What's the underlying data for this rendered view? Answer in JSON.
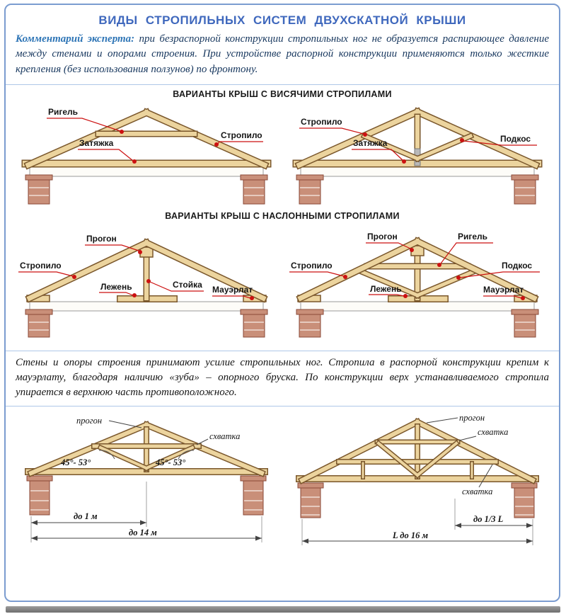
{
  "page": {
    "title": "ВИДЫ СТРОПИЛЬНЫХ СИСТЕМ ДВУХСКАТНОЙ КРЫШИ"
  },
  "colors": {
    "accent": "#3f68bd",
    "lead_blue": "#2e75b6",
    "pointer_red": "#cc1111",
    "wood": "#ecd49e",
    "brick": "#c98f79",
    "frame_border": "#7b9cd0"
  },
  "expert_comment": {
    "lead": "Комментарий эксперта:",
    "body": "при безраспорной конструкции стропильных ног не образуется распирающее давление между стенами и опорами строения. При устройстве распорной конструкции применяются только жесткие крепления (без использования ползунов) по фронтону."
  },
  "hanging_section": {
    "heading": "ВАРИАНТЫ КРЫШ С ВИСЯЧИМИ СТРОПИЛАМИ",
    "left": {
      "rigel": "Ригель",
      "zatyazhka": "Затяжка",
      "stropilo": "Стропило"
    },
    "right": {
      "stropilo": "Стропило",
      "zatyazhka": "Затяжка",
      "podkos": "Подкос"
    }
  },
  "layered_section": {
    "heading": "ВАРИАНТЫ КРЫШ С НАСЛОННЫМИ СТРОПИЛАМИ",
    "left": {
      "progon": "Прогон",
      "stropilo": "Стропило",
      "lezhen": "Лежень",
      "stoyka": "Стойка",
      "mauerlat": "Мауэрлат"
    },
    "right": {
      "progon": "Прогон",
      "rigel": "Ригель",
      "stropilo": "Стропило",
      "podkos": "Подкос",
      "lezhen": "Лежень",
      "mauerlat": "Мауэрлат"
    }
  },
  "note": {
    "body": "Стены и опоры строения принимают усилие стропильных ног. Стропила в распорной конструкции крепим к мауэрлату, благодаря наличию «зуба» – опорного бруска. По конструкции верх устанавливаемого стропила упирается в верхнюю часть противоположного."
  },
  "bottom_section": {
    "left": {
      "progon": "прогон",
      "skhvatka": "схватка",
      "angle_left": "45°- 53°",
      "angle_right": "45°- 53°",
      "dim_small": "до 1 м",
      "dim_span": "до 14 м"
    },
    "right": {
      "progon": "прогон",
      "skhvatka_top": "схватка",
      "skhvatka_bottom": "схватка",
      "dim_third": "до 1/3 L",
      "dim_span": "L до 16 м"
    }
  }
}
